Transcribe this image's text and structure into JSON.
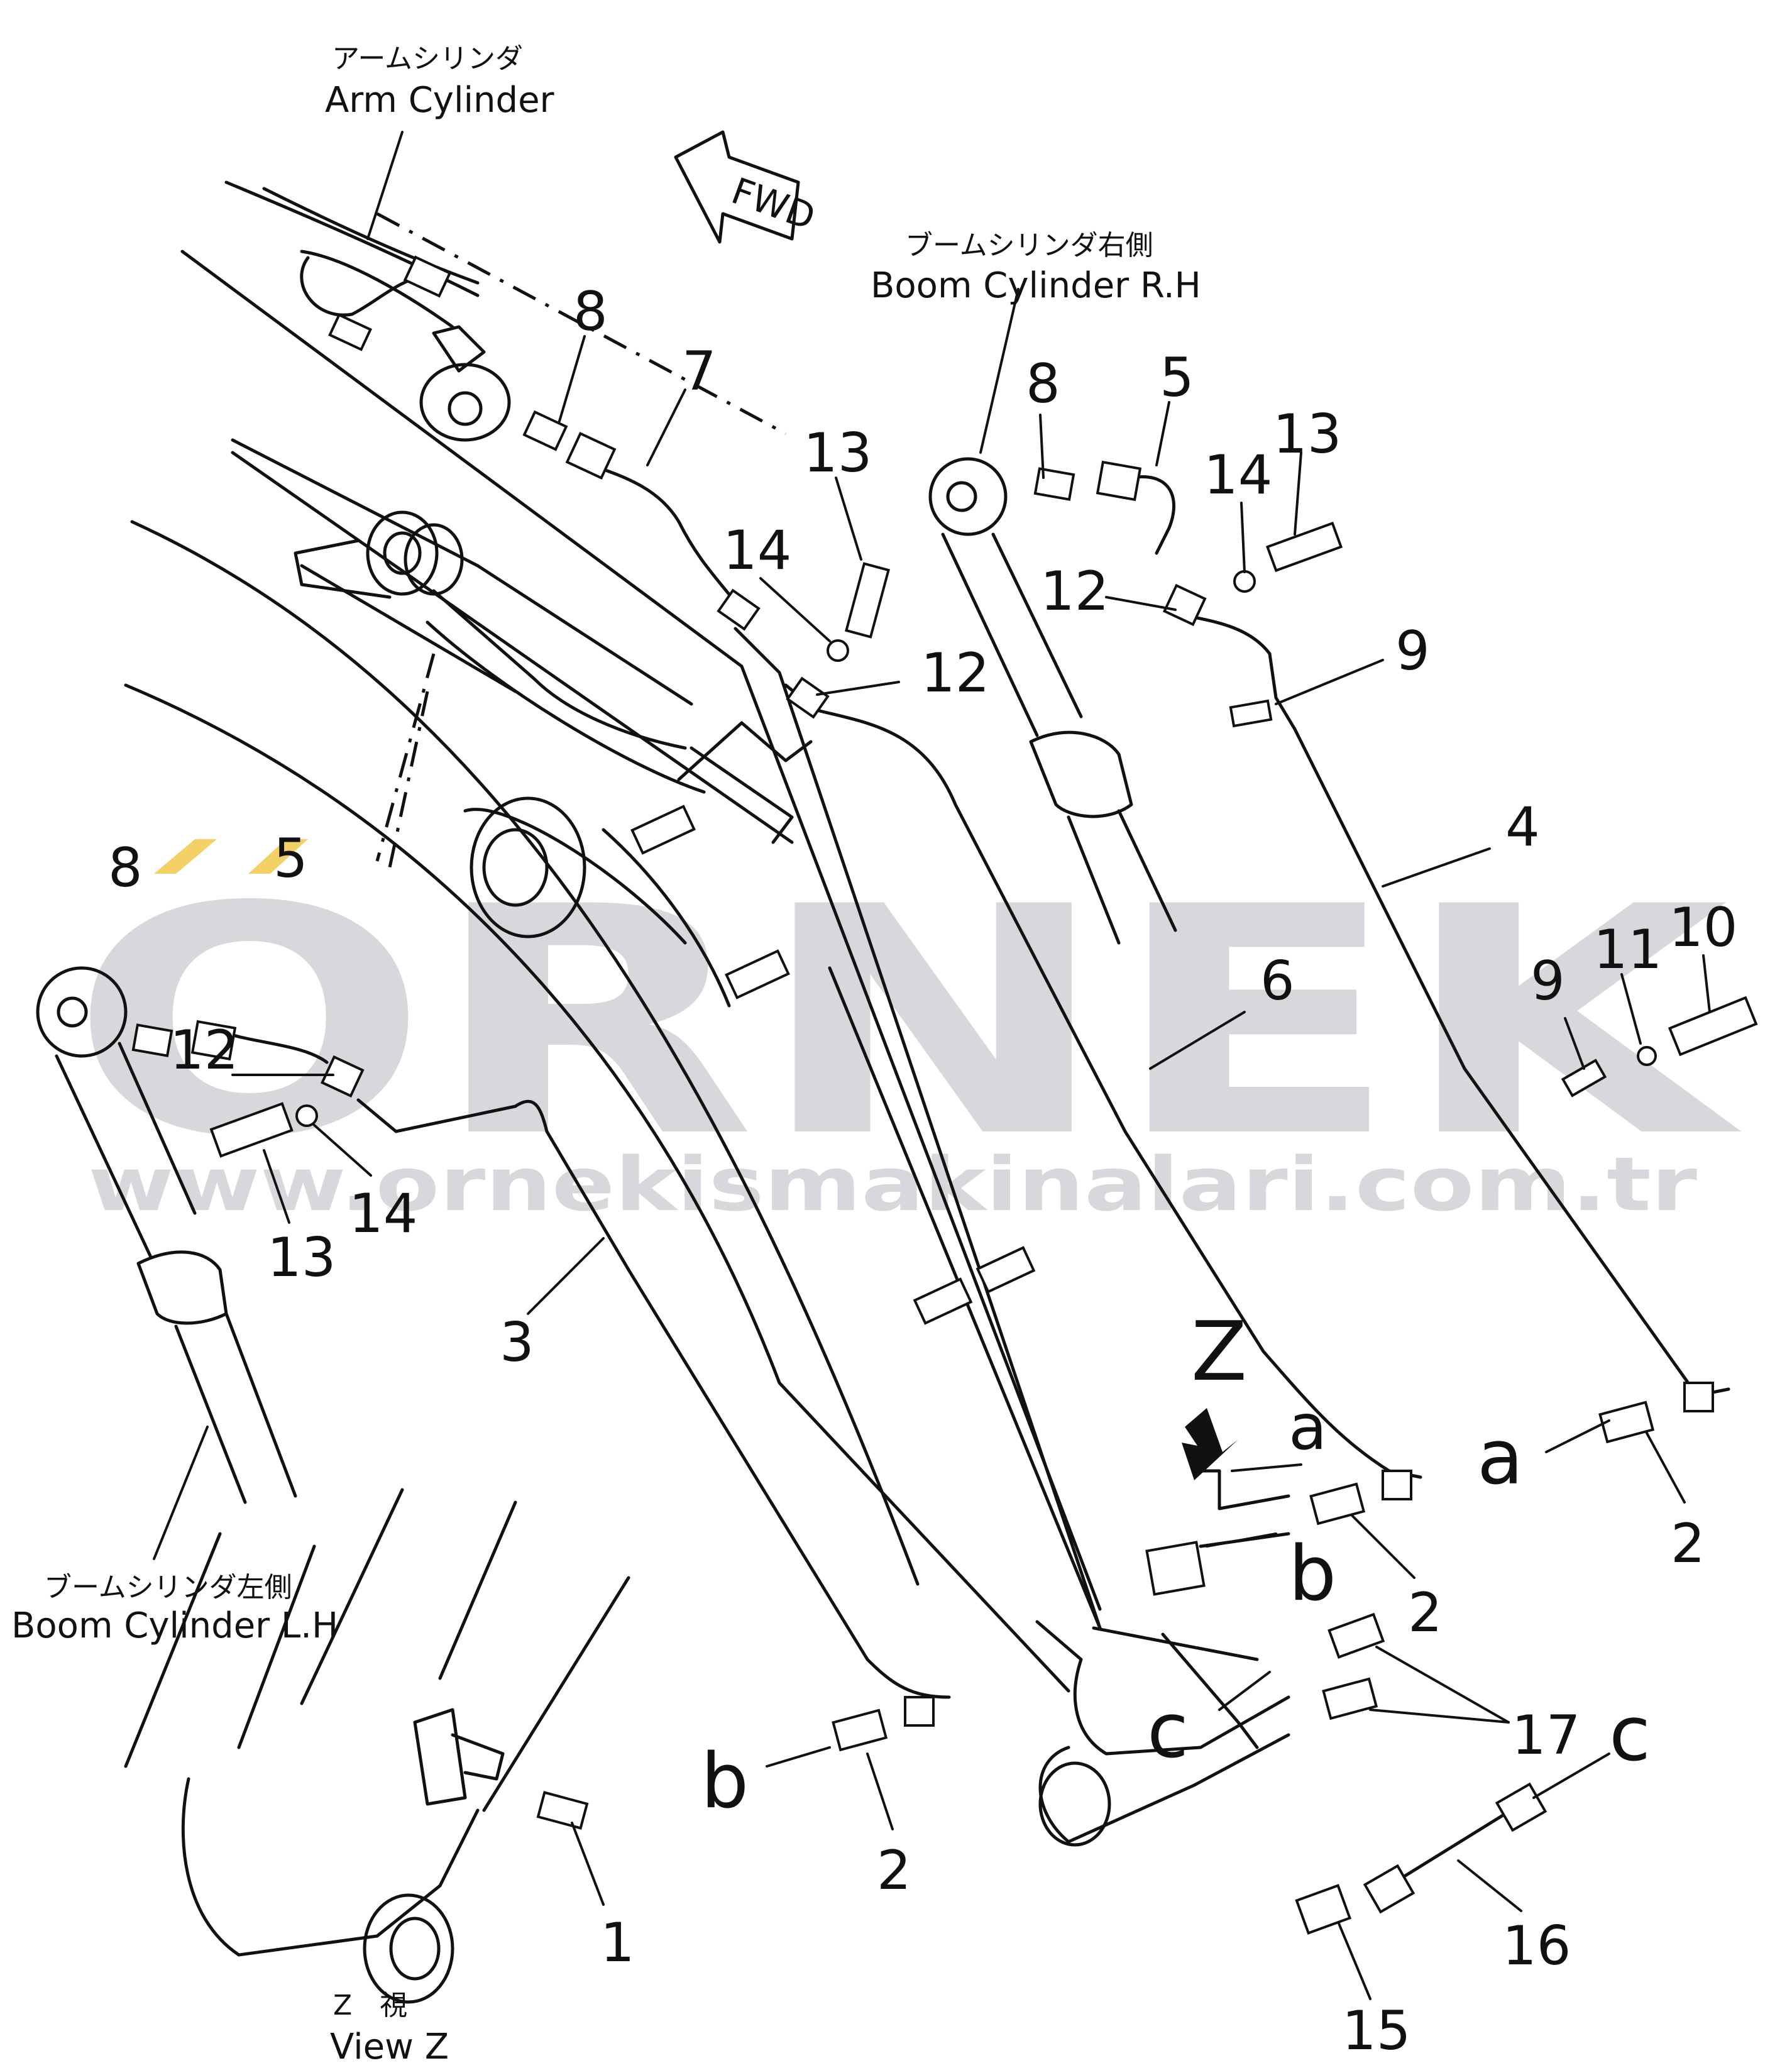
{
  "header": {
    "arm_cylinder_jp": "アームシリンダ",
    "arm_cylinder_en": "Arm Cylinder",
    "fwd": "FWD",
    "boom_rh_jp": "ブームシリンダ右側",
    "boom_rh_en": "Boom Cylinder R.H",
    "boom_lh_jp": "ブームシリンダ左側",
    "boom_lh_en": "Boom Cylinder L.H",
    "view_z_jp": "Z　視",
    "view_z_en": "View Z",
    "z_marker": "Z"
  },
  "callouts": {
    "c1": "1",
    "c2a": "2",
    "c2b": "2",
    "c2c": "2",
    "c3": "3",
    "c4": "4",
    "c5a": "5",
    "c5b": "5",
    "c6": "6",
    "c7": "7",
    "c8a": "8",
    "c8b": "8",
    "c8c": "8",
    "c9a": "9",
    "c9b": "9",
    "c10": "10",
    "c11": "11",
    "c12a": "12",
    "c12b": "12",
    "c12c": "12",
    "c13a": "13",
    "c13b": "13",
    "c13c": "13",
    "c14a": "14",
    "c14b": "14",
    "c14c": "14",
    "c15": "15",
    "c16": "16",
    "c17": "17"
  },
  "connections": {
    "a1": "a",
    "a2": "a",
    "b1": "b",
    "b2": "b",
    "c1": "c",
    "c2": "c"
  },
  "watermark": {
    "brand": "ORNEK",
    "url": "www.ornekismakinalari.com.tr",
    "accent_color": "#f2c94c",
    "gray_color": "#b9b9c1"
  }
}
